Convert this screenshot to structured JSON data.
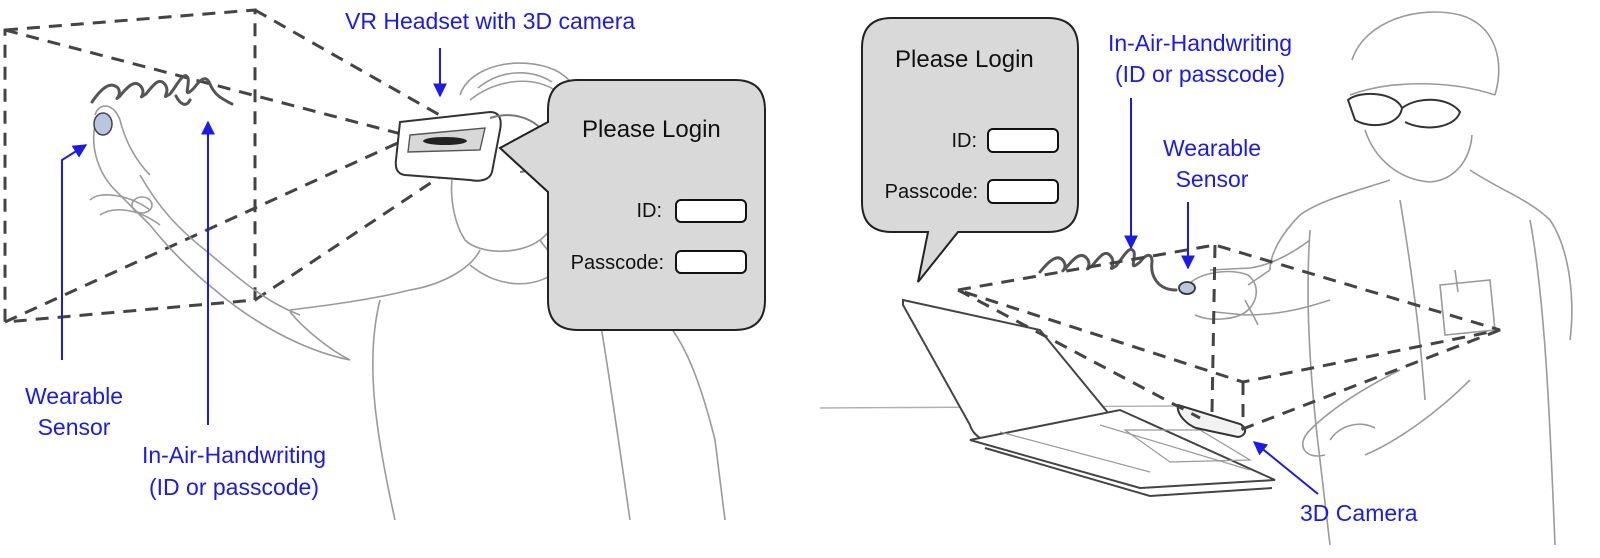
{
  "panels": [
    {
      "id": "vr",
      "labels": {
        "headset": "VR Headset with 3D camera",
        "sensor_line1": "Wearable",
        "sensor_line2": "Sensor",
        "handwriting_line1": "In-Air-Handwriting",
        "handwriting_line2": "(ID or passcode)"
      },
      "login_bubble": {
        "title": "Please Login",
        "id_label": "ID:",
        "passcode_label": "Passcode:",
        "id_value": "",
        "passcode_value": ""
      }
    },
    {
      "id": "desktop",
      "labels": {
        "handwriting_line1": "In-Air-Handwriting",
        "handwriting_line2": "(ID or passcode)",
        "sensor_line1": "Wearable",
        "sensor_line2": "Sensor",
        "camera": "3D Camera"
      },
      "login_bubble": {
        "title": "Please Login",
        "id_label": "ID:",
        "passcode_label": "Passcode:",
        "id_value": "",
        "passcode_value": ""
      }
    }
  ],
  "colors": {
    "annotation": "#1a1aee",
    "sketch": "#9a9a9a",
    "dashed": "#444444",
    "bubble_fill": "#d9d9d9"
  }
}
